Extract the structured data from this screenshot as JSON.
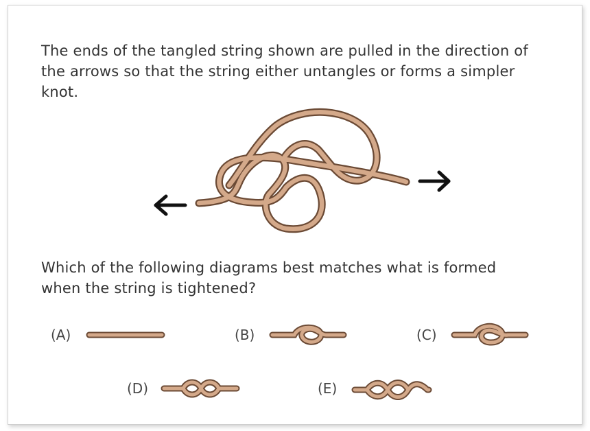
{
  "question": {
    "prompt_lines": [
      "The ends of the tangled string shown are pulled in the direction of",
      "the arrows so that the string either untangles or forms a simpler",
      "knot."
    ],
    "question_lines": [
      "Which of the following diagrams best matches what is formed",
      "when the string is tightened?"
    ]
  },
  "options": [
    {
      "label": "(A)",
      "icon": "straight-string-icon"
    },
    {
      "label": "(B)",
      "icon": "overhand-knot-icon"
    },
    {
      "label": "(C)",
      "icon": "loop-knot-icon"
    },
    {
      "label": "(D)",
      "icon": "figure-eight-knot-icon"
    },
    {
      "label": "(E)",
      "icon": "stevedore-knot-icon"
    }
  ],
  "colors": {
    "rope_outline": "#6b4a35",
    "rope_fill": "#d4a98a",
    "arrow": "#111111",
    "text": "#333333"
  }
}
